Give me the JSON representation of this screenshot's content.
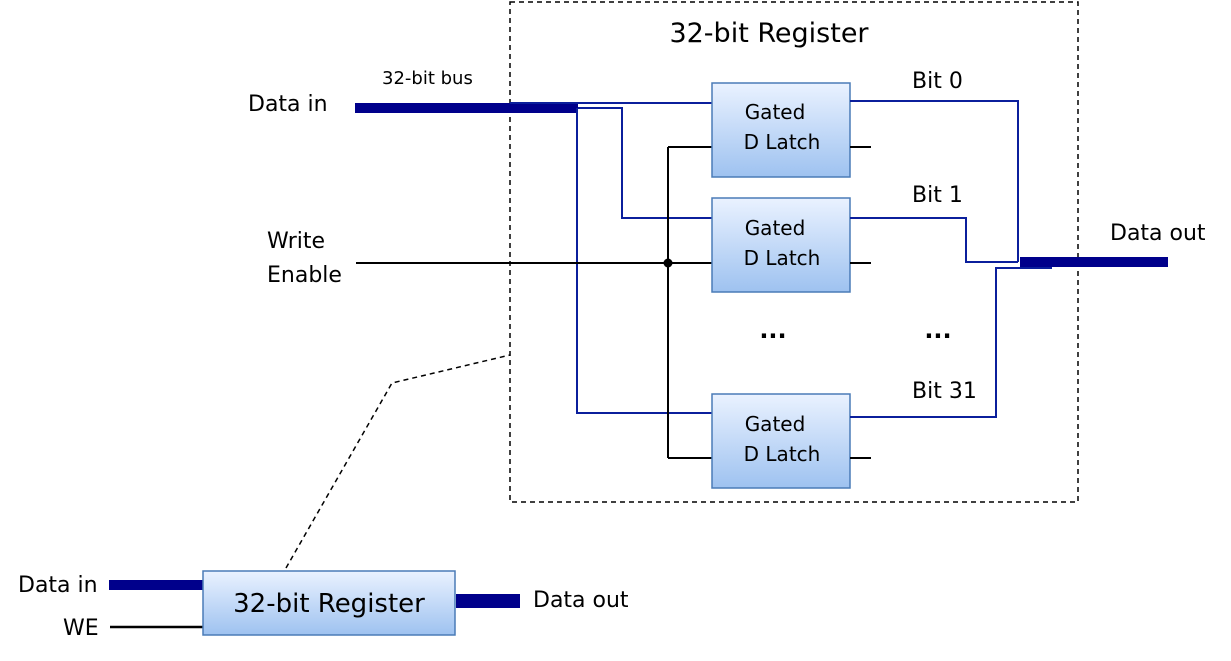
{
  "register": {
    "title": "32-bit Register",
    "bus_label": "32-bit bus",
    "data_in_label": "Data in",
    "write_enable_line1": "Write",
    "write_enable_line2": "Enable",
    "data_out_label": "Data out",
    "ellipsis_latch": "...",
    "ellipsis_bit": "..."
  },
  "latches": [
    {
      "line1": "Gated",
      "line2": "D Latch",
      "bit_label": "Bit 0"
    },
    {
      "line1": "Gated",
      "line2": "D Latch",
      "bit_label": "Bit 1"
    },
    {
      "line1": "Gated",
      "line2": "D Latch",
      "bit_label": "Bit 31"
    }
  ],
  "symbol": {
    "label": "32-bit Register",
    "data_in_label": "Data in",
    "we_label": "WE",
    "data_out_label": "Data out"
  },
  "colors": {
    "bus": "#00008B",
    "wire_blue": "#0b1f9c",
    "wire_black": "#000000",
    "box_fill_top": "#e6f0ff",
    "box_fill_bottom": "#9dc1f0",
    "box_stroke": "#4a7bb7"
  }
}
